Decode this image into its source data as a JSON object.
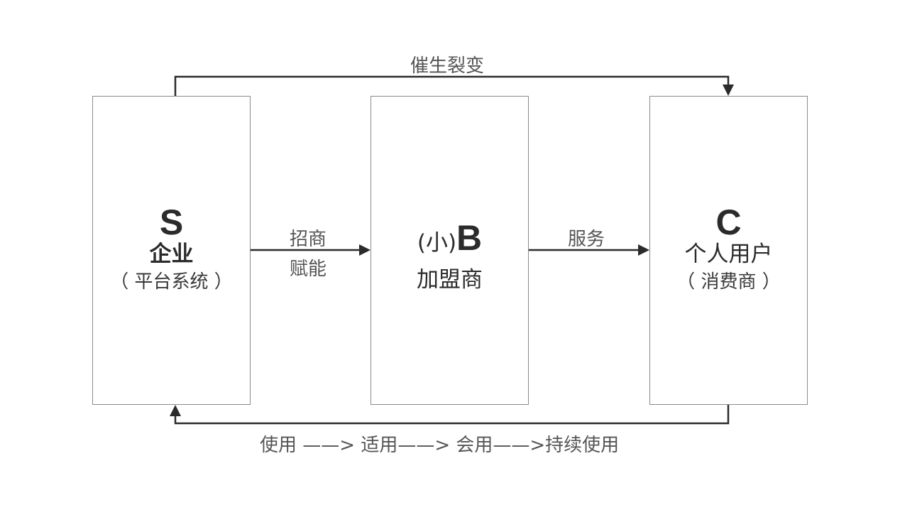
{
  "nodes": {
    "s": {
      "letter": "S",
      "name": "企业",
      "sub": "（ 平台系统 ）"
    },
    "b": {
      "prefix": "(小)",
      "letter": "B",
      "name": "加盟商"
    },
    "c": {
      "letter": "C",
      "name": "个人用户",
      "sub": "（ 消费商 ）"
    }
  },
  "edges": {
    "s_to_b": {
      "label_top": "招商",
      "label_bottom": "赋能"
    },
    "b_to_c": {
      "label": "服务"
    },
    "s_to_c_top": {
      "label": "催生裂变"
    },
    "c_to_s_bottom": {
      "label": "使用 ——> 适用——> 会用——>持续使用"
    }
  },
  "colors": {
    "line": "#2b2b2b",
    "box_border": "#8a8a8a",
    "text": "#2b2b2b",
    "label": "#555555"
  }
}
